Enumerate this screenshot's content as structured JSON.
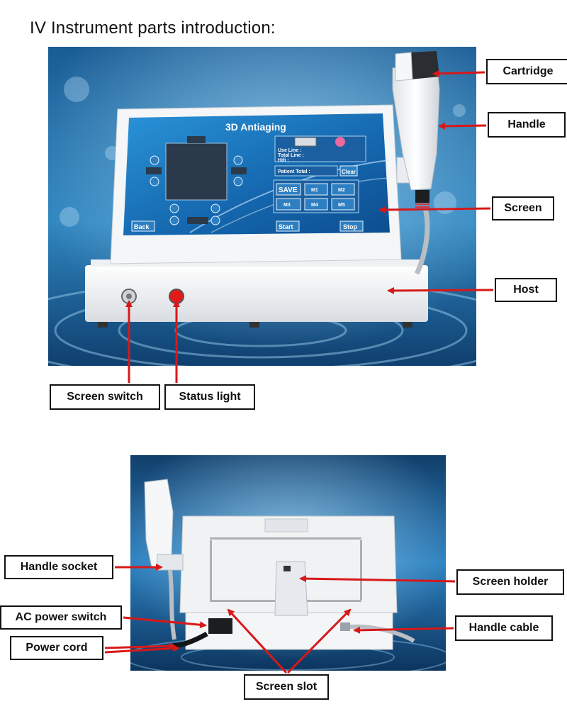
{
  "heading": "IV Instrument parts introduction:",
  "device_screen": {
    "title": "3D Antiaging",
    "use_line": "Use Line :",
    "total_line": "Total Line :",
    "hifu": "Hifi :",
    "patient_total": "Patient Total :",
    "clear": "Clear",
    "save": "SAVE",
    "m1": "M1",
    "m2": "M2",
    "m3": "M3",
    "m4": "M4",
    "m5": "M5",
    "back": "Back",
    "start": "Start",
    "stop": "Stop"
  },
  "front_view": {
    "callouts": {
      "cartridge": "Cartridge",
      "handle": "Handle",
      "screen": "Screen",
      "host": "Host",
      "screen_switch": "Screen switch",
      "status_light": "Status light"
    }
  },
  "back_view": {
    "callouts": {
      "handle_socket": "Handle socket",
      "screen_holder": "Screen holder",
      "ac_power_switch": "AC power switch",
      "handle_cable": "Handle cable",
      "power_cord": "Power cord",
      "screen_slot": "Screen slot"
    }
  },
  "colors": {
    "arrow": "#d81818",
    "backdrop": "#1a5d95",
    "screen_ui": "#1d7fc8"
  }
}
